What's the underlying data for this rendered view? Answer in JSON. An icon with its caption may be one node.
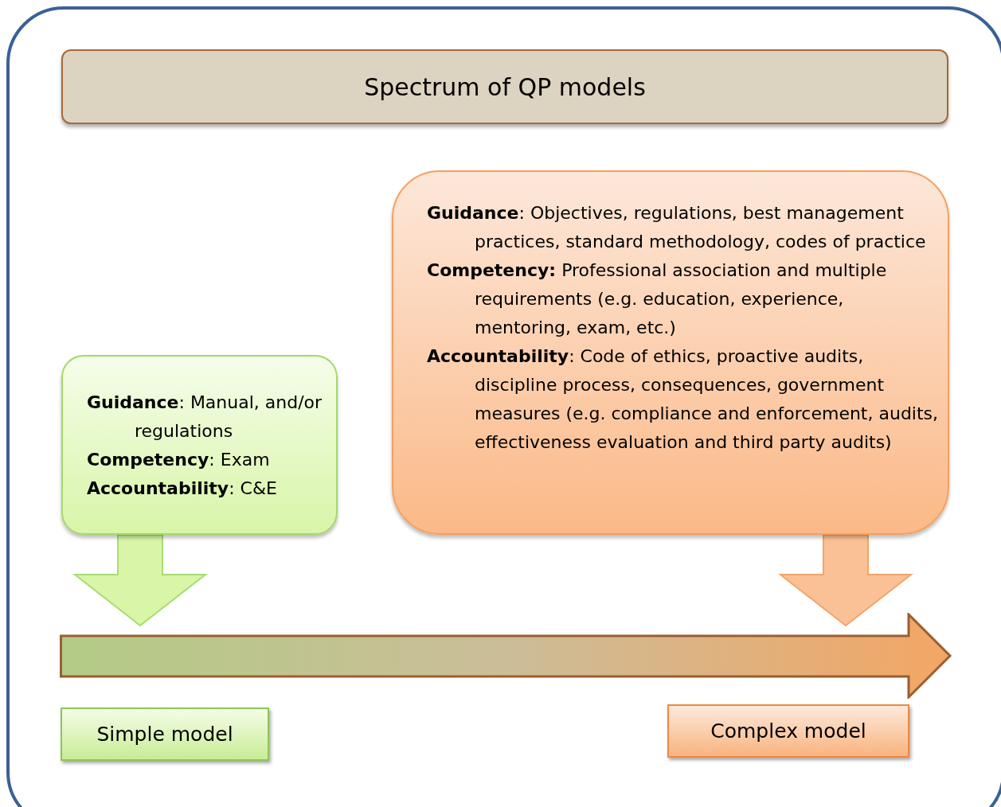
{
  "diagram": {
    "nodes": [
      {
        "text": [
          "Spectrum of QP models"
        ]
      },
      {
        "text": [
          "**Guidance**: Manual, and/or regulations",
          "**Competency**: Exam",
          "**Accountability**: C&E"
        ]
      },
      {
        "text": [
          "**Guidance**: Objectives, regulations, best management practices, standard methodology, codes of practice",
          "**Competency:** Professional association and multiple requirements (e.g. education, experience, mentoring, exam, etc.)",
          "**Accountability**: Code of ethics, proactive audits, discipline process, consequences, government measures (e.g. compliance and enforcement, audits, effectiveness evaluation and third party audits)"
        ]
      },
      {
        "text": [],
        "shape": "arrow"
      },
      {
        "text": [
          "Simple model"
        ]
      },
      {
        "text": [
          "Complex model"
        ]
      }
    ],
    "edges": [
      {
        "from": 1,
        "to": 3,
        "arrow": "to",
        "style": "thick",
        "color": "#d8f5a8"
      },
      {
        "from": 2,
        "to": 3,
        "arrow": "to",
        "style": "thick",
        "color": "#fbc196"
      }
    ]
  }
}
